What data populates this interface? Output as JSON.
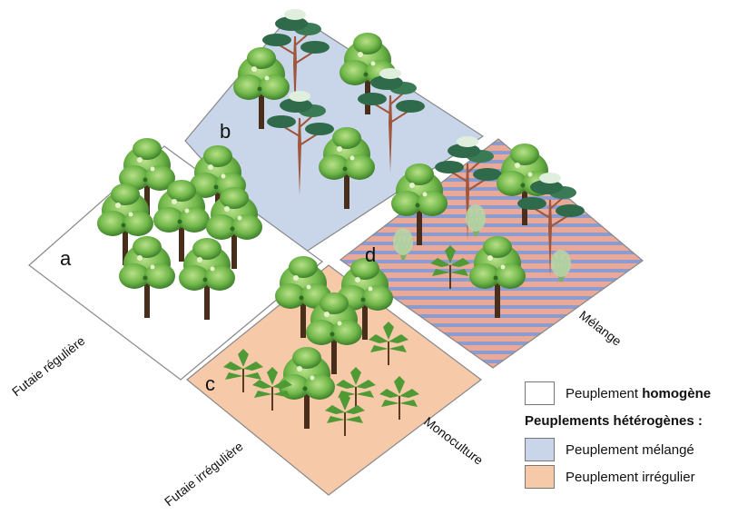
{
  "plots": {
    "a": {
      "letter": "a"
    },
    "b": {
      "letter": "b"
    },
    "c": {
      "letter": "c"
    },
    "d": {
      "letter": "d"
    }
  },
  "axes": {
    "futaie_reguliere": "Futaie régulière",
    "futaie_irreguliere": "Futaie irrégulière",
    "monoculture": "Monoculture",
    "melange": "Mélange"
  },
  "legend": {
    "homogeneous_prefix": "Peuplement ",
    "homogeneous_bold": "homogène",
    "heterogeneous_heading": "Peuplements hétérogènes :",
    "mixed_label": "Peuplement mélangé",
    "irregular_label": "Peuplement irrégulier"
  },
  "colors": {
    "homogeneous": "#ffffff",
    "mixed": "#c9d6ea",
    "irregular": "#f6c9a9",
    "stripe_pink": "#e8a89a",
    "stripe_blue": "#8d9ccc",
    "outline": "#888888"
  }
}
